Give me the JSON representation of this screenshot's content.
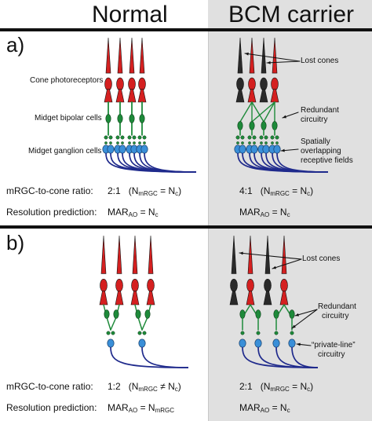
{
  "headers": {
    "normal": "Normal",
    "carrier": "BCM carrier"
  },
  "panels": {
    "a": "a)",
    "b": "b)"
  },
  "labels": {
    "cone_photoreceptors": "Cone photoreceptors",
    "midget_bipolar": "Midget bipolar cells",
    "midget_ganglion": "Midget ganglion cells",
    "lost_cones": "Lost cones",
    "redundant_circuitry_1": "Redundant",
    "redundant_circuitry_2": "circuitry",
    "spatial_1": "Spatially",
    "spatial_2": "overlapping",
    "spatial_3": "receptive fields",
    "private_1": "“private-line”",
    "private_2": "circuitry"
  },
  "rows": {
    "ratio_label": "mRGC-to-cone ratio:",
    "resolution_label": "Resolution prediction:",
    "a_normal_ratio": "2:1",
    "a_normal_ratio_eq": "(N",
    "a_normal_ratio_eq_sub": "mRGC",
    "a_normal_ratio_eq_rest": " = N",
    "a_normal_ratio_eq_sub2": "c",
    "a_normal_ratio_close": ")",
    "a_carrier_ratio": "4:1",
    "a_carrier_ratio_eq": "(N",
    "a_carrier_ratio_eq_sub": "mRGC",
    "a_carrier_ratio_eq_rest": " = N",
    "a_carrier_ratio_eq_sub2": "c",
    "a_carrier_ratio_close": ")",
    "a_normal_mar": "MAR",
    "a_normal_mar_sub": "AO",
    "a_normal_mar_rest": " = N",
    "a_normal_mar_sub2": "c",
    "a_carrier_mar": "MAR",
    "a_carrier_mar_sub": "AO",
    "a_carrier_mar_rest": " = N",
    "a_carrier_mar_sub2": "c",
    "b_normal_ratio": "1:2",
    "b_normal_ratio_eq": "(N",
    "b_normal_ratio_eq_sub": "mRGC",
    "b_normal_ratio_eq_rest": " ≠ N",
    "b_normal_ratio_eq_sub2": "c",
    "b_normal_ratio_close": ")",
    "b_carrier_ratio": "2:1",
    "b_carrier_ratio_eq": "(N",
    "b_carrier_ratio_eq_sub": "mRGC",
    "b_carrier_ratio_eq_rest": " = N",
    "b_carrier_ratio_eq_sub2": "c",
    "b_carrier_ratio_close": ")",
    "b_normal_mar": "MAR",
    "b_normal_mar_sub": "AO",
    "b_normal_mar_rest": " = N",
    "b_normal_mar_sub2": "mRGC",
    "b_carrier_mar": "MAR",
    "b_carrier_mar_sub": "AO",
    "b_carrier_mar_rest": " = N",
    "b_carrier_mar_sub2": "c"
  },
  "colors": {
    "cone_red": "#d42020",
    "cone_lost": "#2a2a2a",
    "bipolar_green": "#1e8a3a",
    "ganglion_blue": "#3a8fd8",
    "axon_navy": "#1f2a8c",
    "carrier_bg": "#e0e0e0"
  }
}
